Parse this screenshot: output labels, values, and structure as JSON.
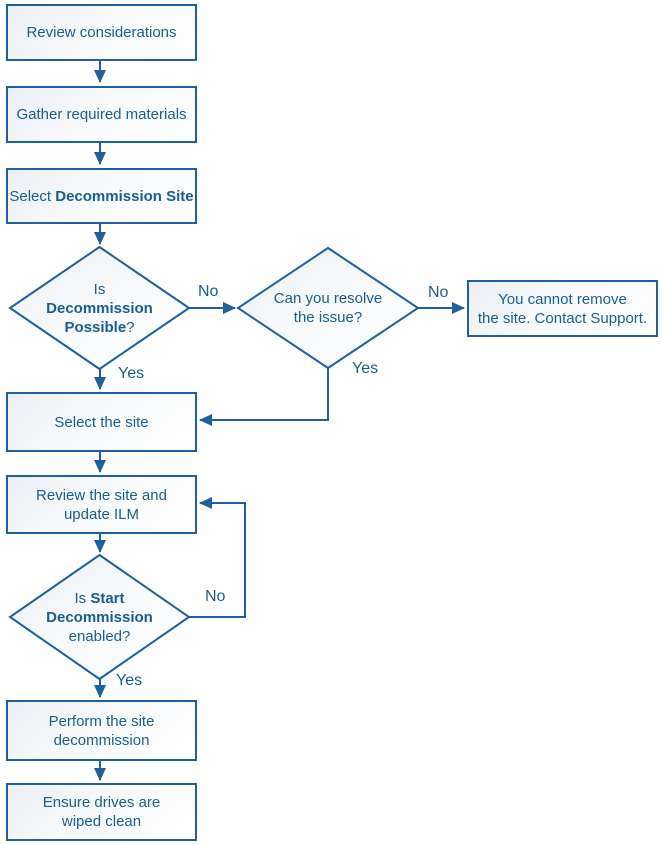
{
  "diagram": {
    "title_hint": "Site decommission flowchart",
    "colors": {
      "line": "#1F5F9B",
      "text": "#1B5D90",
      "shape_fill_start": "#ECEFF4",
      "shape_fill_end": "#FFFFFF"
    },
    "boxes": {
      "review": {
        "label": "Review considerations"
      },
      "gather": {
        "label": "Gather required materials"
      },
      "select_decommission": {
        "pre": "Select ",
        "bold": "Decommission Site"
      },
      "cannot_remove": {
        "label": [
          "You cannot remove",
          "the site. Contact Support."
        ]
      },
      "select_site": {
        "label": "Select the site"
      },
      "review_ilm": {
        "label": [
          "Review the site and",
          "update ILM"
        ]
      },
      "perform": {
        "label": [
          "Perform the site",
          "decommission"
        ]
      },
      "ensure": {
        "label": [
          "Ensure drives are",
          "wiped clean"
        ]
      }
    },
    "decisions": {
      "decommission_possible": {
        "line1": "Is",
        "line2_bold": "Decommission",
        "line3_bold": "Possible",
        "line3_suffix": "?"
      },
      "resolve_issue": {
        "label": [
          "Can you resolve",
          "the issue?"
        ]
      },
      "start_decommission": {
        "line1_pre": "Is ",
        "line1_bold": "Start",
        "line2_bold": "Decommission",
        "line3": "enabled?"
      }
    },
    "edge_labels": {
      "no1": "No",
      "yes1": "Yes",
      "no2": "No",
      "yes2": "Yes",
      "no3": "No",
      "yes3": "Yes"
    }
  }
}
